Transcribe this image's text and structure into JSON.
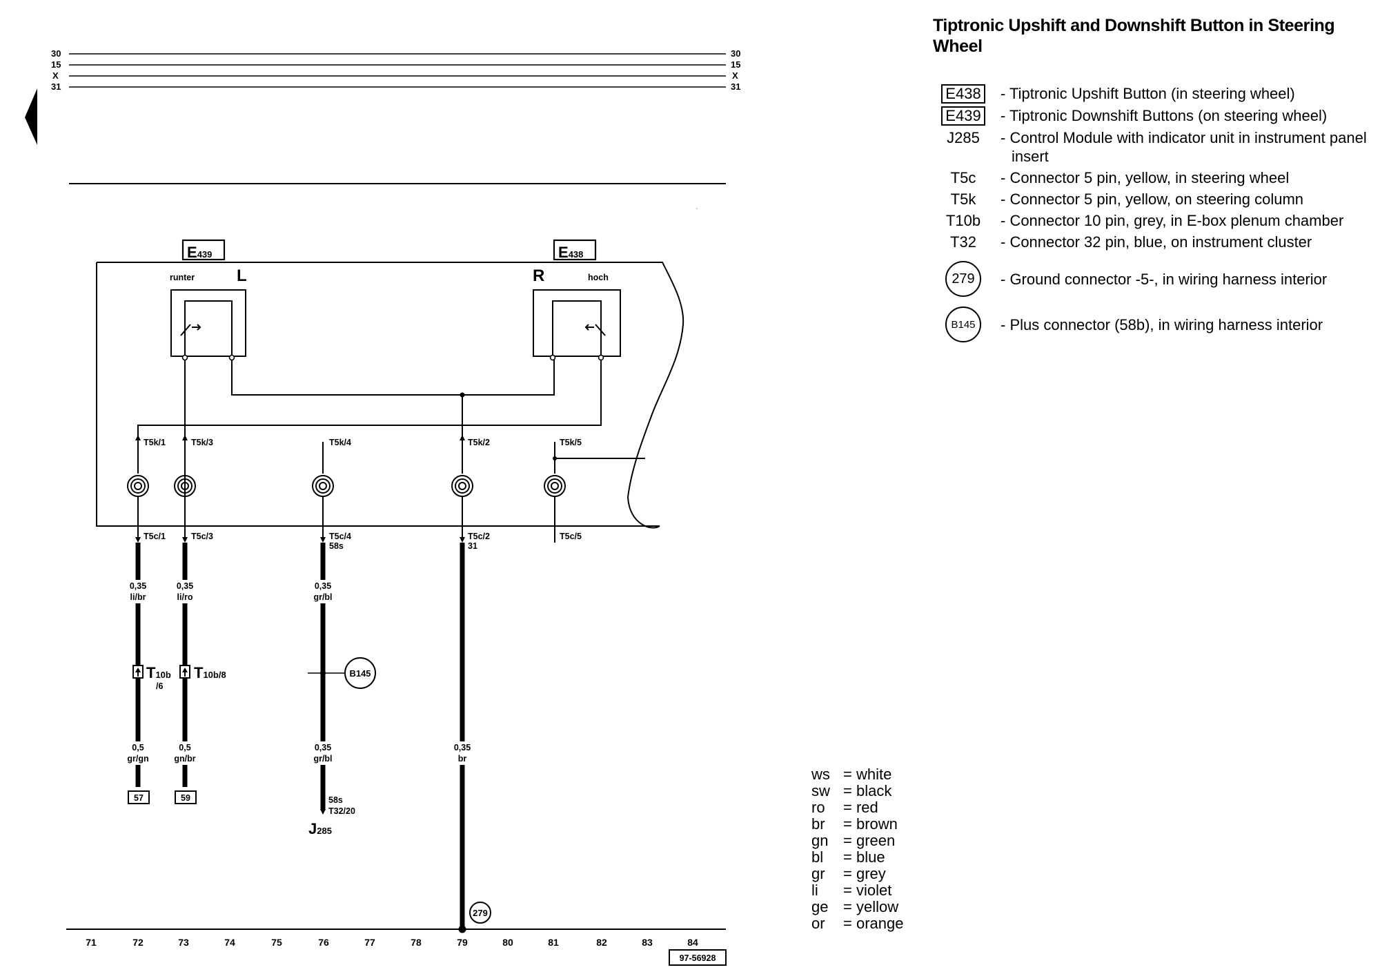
{
  "title": "Tiptronic Upshift and Downshift Button in Steering Wheel",
  "legend": [
    {
      "code": "E438",
      "style": "boxed",
      "desc": "- Tiptronic Upshift Button (in steering wheel)"
    },
    {
      "code": "E439",
      "style": "boxed",
      "desc": "- Tiptronic Downshift Buttons (on steering wheel)"
    },
    {
      "code": "J285",
      "style": "plain",
      "desc": "- Control Module with indicator unit in instrument panel insert"
    },
    {
      "code": "T5c",
      "style": "plain",
      "desc": "- Connector 5 pin, yellow, in steering wheel"
    },
    {
      "code": "T5k",
      "style": "plain",
      "desc": "- Connector 5 pin, yellow, on steering column"
    },
    {
      "code": "T10b",
      "style": "plain",
      "desc": "- Connector 10 pin, grey, in E-box plenum chamber"
    },
    {
      "code": "T32",
      "style": "plain",
      "desc": "- Connector 32 pin, blue, on instrument cluster"
    },
    {
      "code": "279",
      "style": "circle",
      "desc": "- Ground connector -5-, in wiring harness interior"
    },
    {
      "code": "B145",
      "style": "circle",
      "desc": "- Plus connector (58b), in wiring harness interior"
    }
  ],
  "colors": [
    {
      "abbr": "ws",
      "name": "= white"
    },
    {
      "abbr": "sw",
      "name": "= black"
    },
    {
      "abbr": "ro",
      "name": "= red"
    },
    {
      "abbr": "br",
      "name": "= brown"
    },
    {
      "abbr": "gn",
      "name": "= green"
    },
    {
      "abbr": "bl",
      "name": "= blue"
    },
    {
      "abbr": "gr",
      "name": "= grey"
    },
    {
      "abbr": "li",
      "name": "= violet"
    },
    {
      "abbr": "ge",
      "name": "= yellow"
    },
    {
      "abbr": "or",
      "name": "= orange"
    }
  ],
  "rails": [
    "30",
    "15",
    "X",
    "31"
  ],
  "components": {
    "left_id": "E",
    "left_sub": "439",
    "left_side": "L",
    "left_word": "runter",
    "right_id": "E",
    "right_sub": "438",
    "right_side": "R",
    "right_word": "hoch"
  },
  "pins_top": [
    "T5k/1",
    "T5k/3",
    "T5k/4",
    "T5k/2",
    "T5k/5"
  ],
  "pins_bottom": [
    "T5c/1",
    "T5c/3",
    "T5c/4",
    "T5c/2",
    "T5c/5"
  ],
  "pin_extra": {
    "c4": "58s",
    "c2": "31"
  },
  "wires_upper": [
    {
      "size": "0,35",
      "color": "li/br"
    },
    {
      "size": "0,35",
      "color": "li/ro"
    },
    {
      "size": "0,35",
      "color": "gr/bl"
    }
  ],
  "wires_lower": [
    {
      "size": "0,5",
      "color": "gr/gn"
    },
    {
      "size": "0,5",
      "color": "gn/br"
    },
    {
      "size": "0,35",
      "color": "gr/bl"
    },
    {
      "size": "0,35",
      "color": "br"
    }
  ],
  "t10b": {
    "main": "T",
    "sub1": "10b",
    "sub1b": "/6",
    "sub2": "10b/8"
  },
  "b145_label": "B145",
  "ground_label": "279",
  "refs": [
    "57",
    "59"
  ],
  "j285": {
    "pin": "58s",
    "conn": "T32/20",
    "id": "J",
    "sub": "285"
  },
  "grid": [
    "71",
    "72",
    "73",
    "74",
    "75",
    "76",
    "77",
    "78",
    "79",
    "80",
    "81",
    "82",
    "83",
    "84"
  ],
  "drawing_number": "97-56928"
}
